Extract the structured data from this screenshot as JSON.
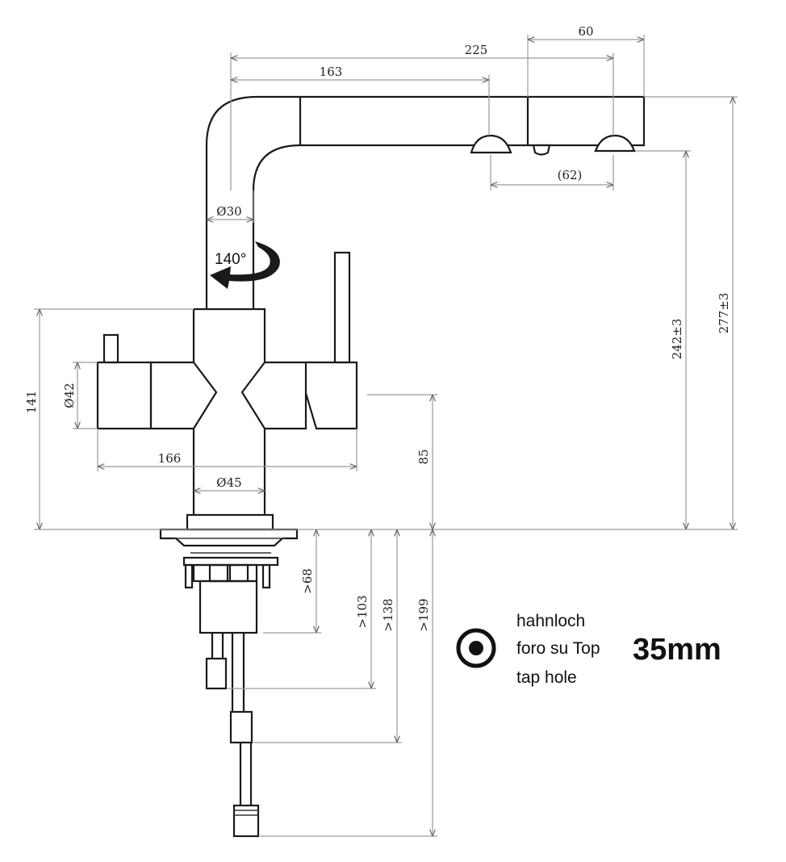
{
  "dimensions": {
    "d60": "60",
    "d225": "225",
    "d163": "163",
    "d62": "(62)",
    "d30": "Ø30",
    "rotation": "140°",
    "d141": "141",
    "d42": "Ø42",
    "d166": "166",
    "d45": "Ø45",
    "d85": "85",
    "d242": "242±3",
    "d277": "277±3",
    "d68": ">68",
    "d103": ">103",
    "d138": ">138",
    "d199": ">199"
  },
  "tap_hole": {
    "line1": "hahnloch",
    "line2": "foro su Top",
    "line3": "tap hole",
    "size": "35mm"
  }
}
